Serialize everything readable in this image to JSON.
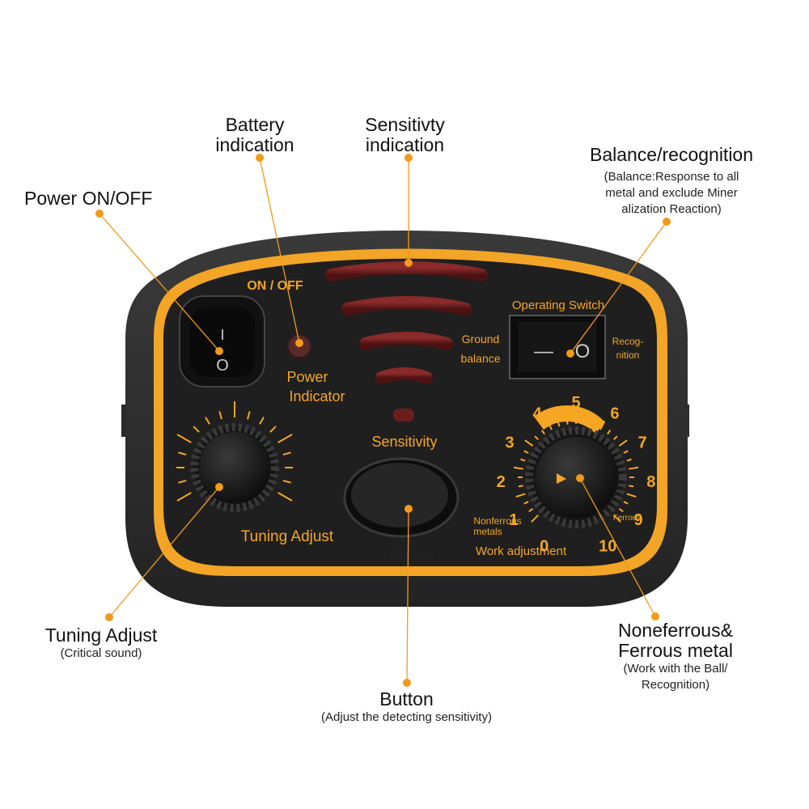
{
  "callouts": {
    "battery": {
      "line1": "Battery",
      "line2": "indication"
    },
    "sensitivity": {
      "line1": "Sensitivty",
      "line2": "indication"
    },
    "balance": {
      "title": "Balance/recognition",
      "sub1": "(Balance:Response to all",
      "sub2": "metal and exclude Miner",
      "sub3": "alization Reaction)"
    },
    "power": {
      "title": "Power ON/OFF"
    },
    "tuning": {
      "title": "Tuning Adjust",
      "sub": "(Critical sound)"
    },
    "button": {
      "title": "Button",
      "sub": "(Adjust the detecting sensitivity)"
    },
    "metal": {
      "line1": "Noneferrous&",
      "line2": "Ferrous metal",
      "sub1": "(Work with the Ball/",
      "sub2": "Recognition)"
    }
  },
  "panel": {
    "on_off": "ON / OFF",
    "power_indicator_1": "Power",
    "power_indicator_2": "Indicator",
    "switch_on_symbol": "I",
    "switch_off_symbol": "O",
    "operating_switch": "Operating Switch",
    "ground_balance_1": "Ground",
    "ground_balance_2": "balance",
    "recognition_1": "Recog-",
    "recognition_2": "nition",
    "op_left_symbol": "—",
    "op_right_symbol": "O",
    "sensitivity": "Sensitivity",
    "tuning_adjust": "Tuning Adjust",
    "button": "Button",
    "work_adjustment": "Work adjustment",
    "nonferrous_1": "Nonferrous",
    "nonferrous_2": "metals",
    "ferrous": "Ferrous",
    "dial_numbers": [
      "0",
      "1",
      "2",
      "3",
      "4",
      "5",
      "6",
      "7",
      "8",
      "9",
      "10"
    ]
  },
  "colors": {
    "accent": "#f5a623",
    "housing": "#2c2c2c",
    "panel": "#1e1e1e",
    "led": "#7a1f1f",
    "callout_dot": "#f39a1a"
  }
}
